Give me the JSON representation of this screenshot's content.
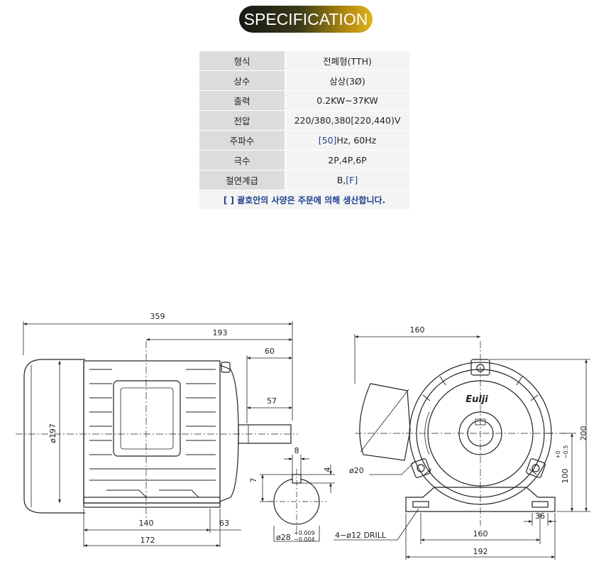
{
  "header": {
    "title": "SPECIFICATION"
  },
  "spec_rows": [
    {
      "key": "형식",
      "value": "전폐형(TTH)",
      "value_plain": "",
      "value_bracket": ""
    },
    {
      "key": "상수",
      "value": "삼상(3Ø)",
      "value_plain": "",
      "value_bracket": ""
    },
    {
      "key": "출력",
      "value": "0.2KW~37KW",
      "value_plain": "",
      "value_bracket": ""
    },
    {
      "key": "전압",
      "value": "220/380,380[220,440)V",
      "value_plain": "",
      "value_bracket": ""
    },
    {
      "key": "주파수",
      "value": "",
      "value_bracket": "[50]",
      "value_plain": "Hz, 60Hz"
    },
    {
      "key": "극수",
      "value": "2P,4P,6P",
      "value_plain": "",
      "value_bracket": ""
    },
    {
      "key": "절연계급",
      "value": "",
      "value_plain": "B,",
      "value_bracket": "[F]"
    }
  ],
  "spec_note": "[ ] 괄호안의 사양은 주문에 의해 생산합니다.",
  "colors": {
    "accent_blue": "#1d3f8f",
    "badge_dark": "#151515",
    "badge_gold": "#e0b31a"
  },
  "drawing": {
    "brand": "Eulji",
    "dims": {
      "total_length": "359",
      "center_to_end": "193",
      "shaft_region": "60",
      "shaft_length": "57",
      "diameter": "ø197",
      "foot_span": "140",
      "foot_offset": "63",
      "base_length": "172",
      "key_width": "8",
      "key_depth_top": "4",
      "key_depth_side": "7",
      "shaft_dia": "ø28",
      "shaft_tol_upper": "+0.009",
      "shaft_tol_lower": "−0.004",
      "front_width_half": "160",
      "front_height": "200",
      "shaft_height": "100",
      "shaft_height_tol_upper": "+0",
      "shaft_height_tol_lower": "−0.5",
      "conduit_dia": "ø20",
      "foot_width": "36",
      "drill": "4−ø12 DRILL",
      "foot_hole_span": "160",
      "base_width": "192"
    }
  }
}
